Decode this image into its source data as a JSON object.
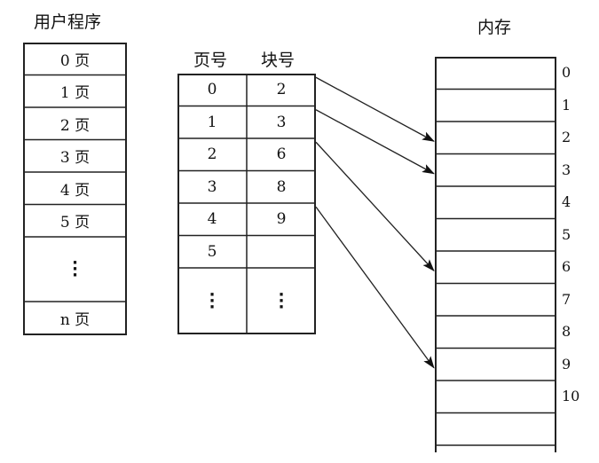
{
  "program": {
    "title": "用户程序",
    "pages": [
      "0 页",
      "1 页",
      "2 页",
      "3 页",
      "4 页",
      "5 页",
      "⋮",
      "n 页"
    ]
  },
  "page_table": {
    "header_page": "页号",
    "header_block": "块号",
    "rows": [
      {
        "page": "0",
        "block": "2"
      },
      {
        "page": "1",
        "block": "3"
      },
      {
        "page": "2",
        "block": "6"
      },
      {
        "page": "3",
        "block": "8"
      },
      {
        "page": "4",
        "block": "9"
      },
      {
        "page": "5",
        "block": ""
      },
      {
        "page": "⋮",
        "block": "⋮"
      }
    ]
  },
  "memory": {
    "title": "内存",
    "block_labels": [
      "0",
      "1",
      "2",
      "3",
      "4",
      "5",
      "6",
      "7",
      "8",
      "9",
      "10"
    ]
  },
  "mappings": [
    {
      "from_row": 0,
      "to_block": 2
    },
    {
      "from_row": 1,
      "to_block": 3
    },
    {
      "from_row": 2,
      "to_block": 6
    },
    {
      "from_row": 4,
      "to_block": 9
    }
  ]
}
